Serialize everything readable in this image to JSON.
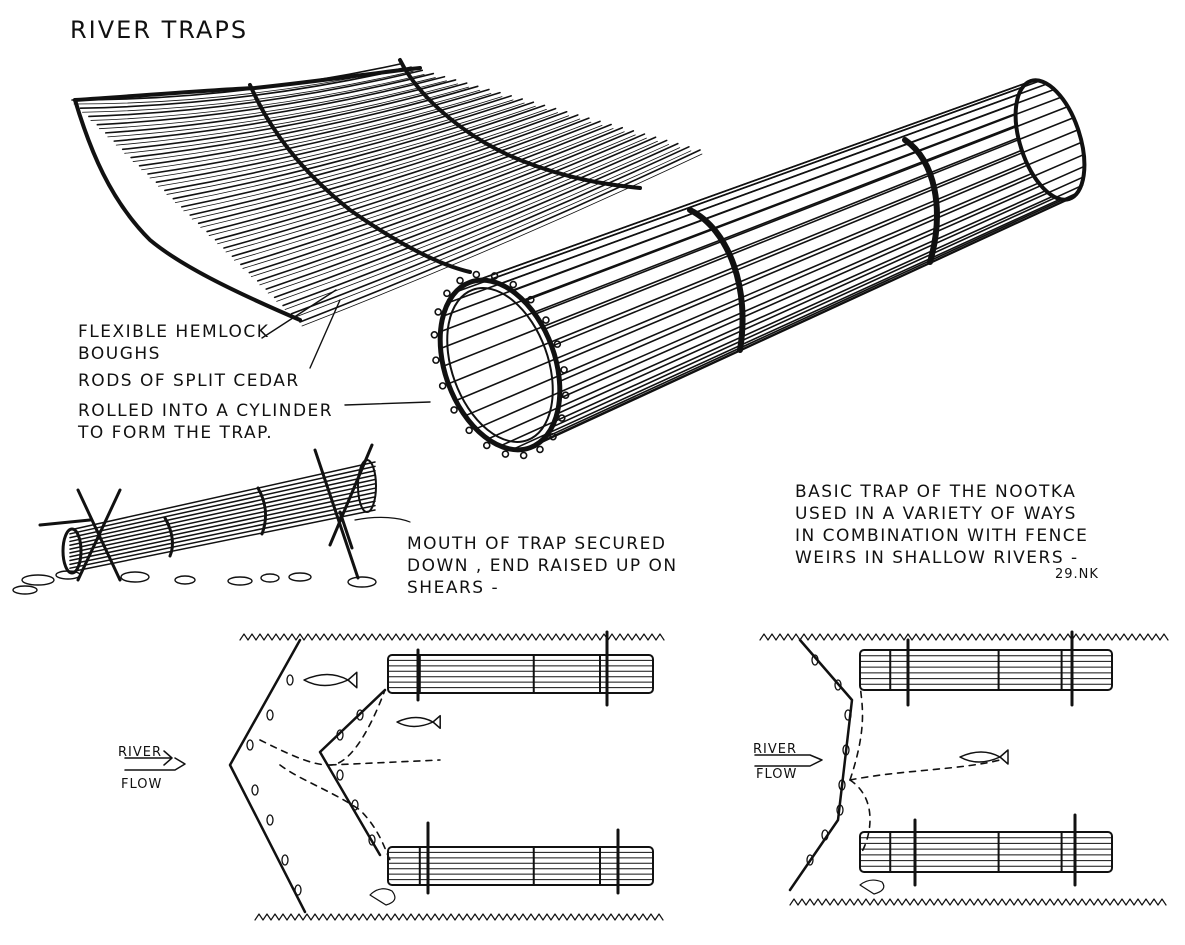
{
  "title": "RIVER TRAPS",
  "labels": {
    "hemlock_1": "FLEXIBLE HEMLOCK",
    "hemlock_2": "BOUGHS",
    "rods": "RODS OF SPLIT CEDAR",
    "rolled_1": "ROLLED INTO A CYLINDER",
    "rolled_2": "TO FORM THE TRAP.",
    "mouth_1": "MOUTH OF TRAP SECURED",
    "mouth_2": "DOWN , END RAISED UP ON",
    "mouth_3": "SHEARS -",
    "basic_1": "BASIC TRAP OF THE NOOTKA",
    "basic_2": "USED IN A VARIETY OF WAYS",
    "basic_3": "IN COMBINATION WITH FENCE",
    "basic_4": "WEIRS IN SHALLOW RIVERS -",
    "signature": "29.NK",
    "river_left_1": "RIVER",
    "river_left_2": "FLOW",
    "river_right_1": "RIVER",
    "river_right_2": "FLOW"
  },
  "colors": {
    "ink": "#111111",
    "paper": "#ffffff"
  }
}
